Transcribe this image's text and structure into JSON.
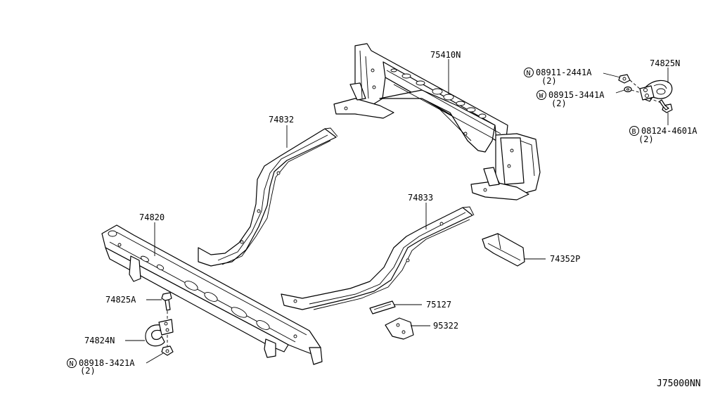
{
  "diagram_id": "J75000NN",
  "parts": {
    "p75410N": "75410N",
    "p74825N": "74825N",
    "p08911": "08911-2441A",
    "p08911_qty": "(2)",
    "p08915": "08915-3441A",
    "p08915_qty": "(2)",
    "p08124": "08124-4601A",
    "p08124_qty": "(2)",
    "p74832": "74832",
    "p74833": "74833",
    "p74820": "74820",
    "p74352P": "74352P",
    "p75127": "75127",
    "p95322": "95322",
    "p74825A": "74825A",
    "p74824N": "74824N",
    "p08918": "08918-3421A",
    "p08918_qty": "(2)"
  },
  "symbols": {
    "nut": "N",
    "washer": "W",
    "bolt": "B"
  }
}
